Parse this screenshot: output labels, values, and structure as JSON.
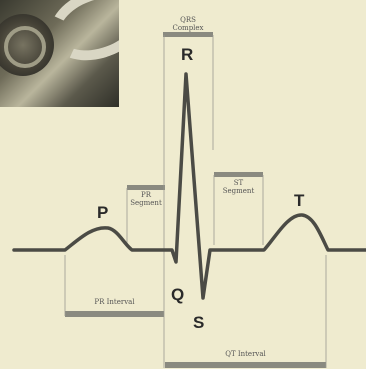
{
  "labels": {
    "P": "P",
    "Q": "Q",
    "R": "R",
    "S": "S",
    "T": "T"
  },
  "intervals": {
    "qrs_complex": "QRS\nComplex",
    "pr_segment": "PR\nSegment",
    "st_segment": "ST\nSegment",
    "pr_interval": "PR Interval",
    "qt_interval": "QT Interval"
  }
}
